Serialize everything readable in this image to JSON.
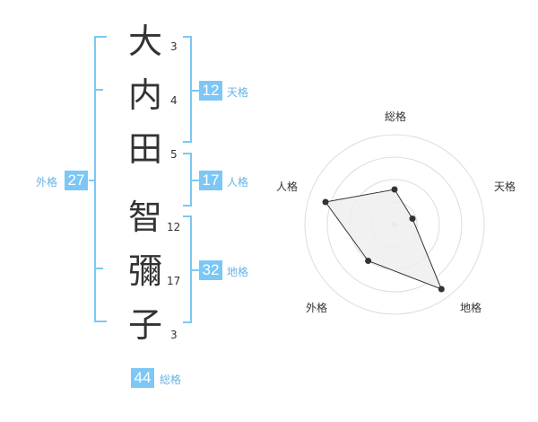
{
  "name": {
    "chars": [
      "大",
      "内",
      "田",
      "智",
      "彌",
      "子"
    ],
    "strokes": [
      "3",
      "4",
      "5",
      "12",
      "17",
      "3"
    ]
  },
  "kakusu": {
    "tenkaku": {
      "value": "12",
      "label": "天格"
    },
    "jinkaku": {
      "value": "17",
      "label": "人格"
    },
    "chikaku": {
      "value": "32",
      "label": "地格"
    },
    "gaikaku": {
      "value": "27",
      "label": "外格"
    },
    "soukaku": {
      "value": "44",
      "label": "総格"
    }
  },
  "chart_data": {
    "type": "radar",
    "axes": [
      "総格",
      "天格",
      "地格",
      "外格",
      "人格"
    ],
    "values": [
      0.39,
      0.21,
      0.89,
      0.5,
      0.81
    ],
    "rings": 4,
    "colors": {
      "fill": "#eeeeee",
      "line": "#333333",
      "grid": "#dddddd",
      "point": "#333333"
    }
  }
}
